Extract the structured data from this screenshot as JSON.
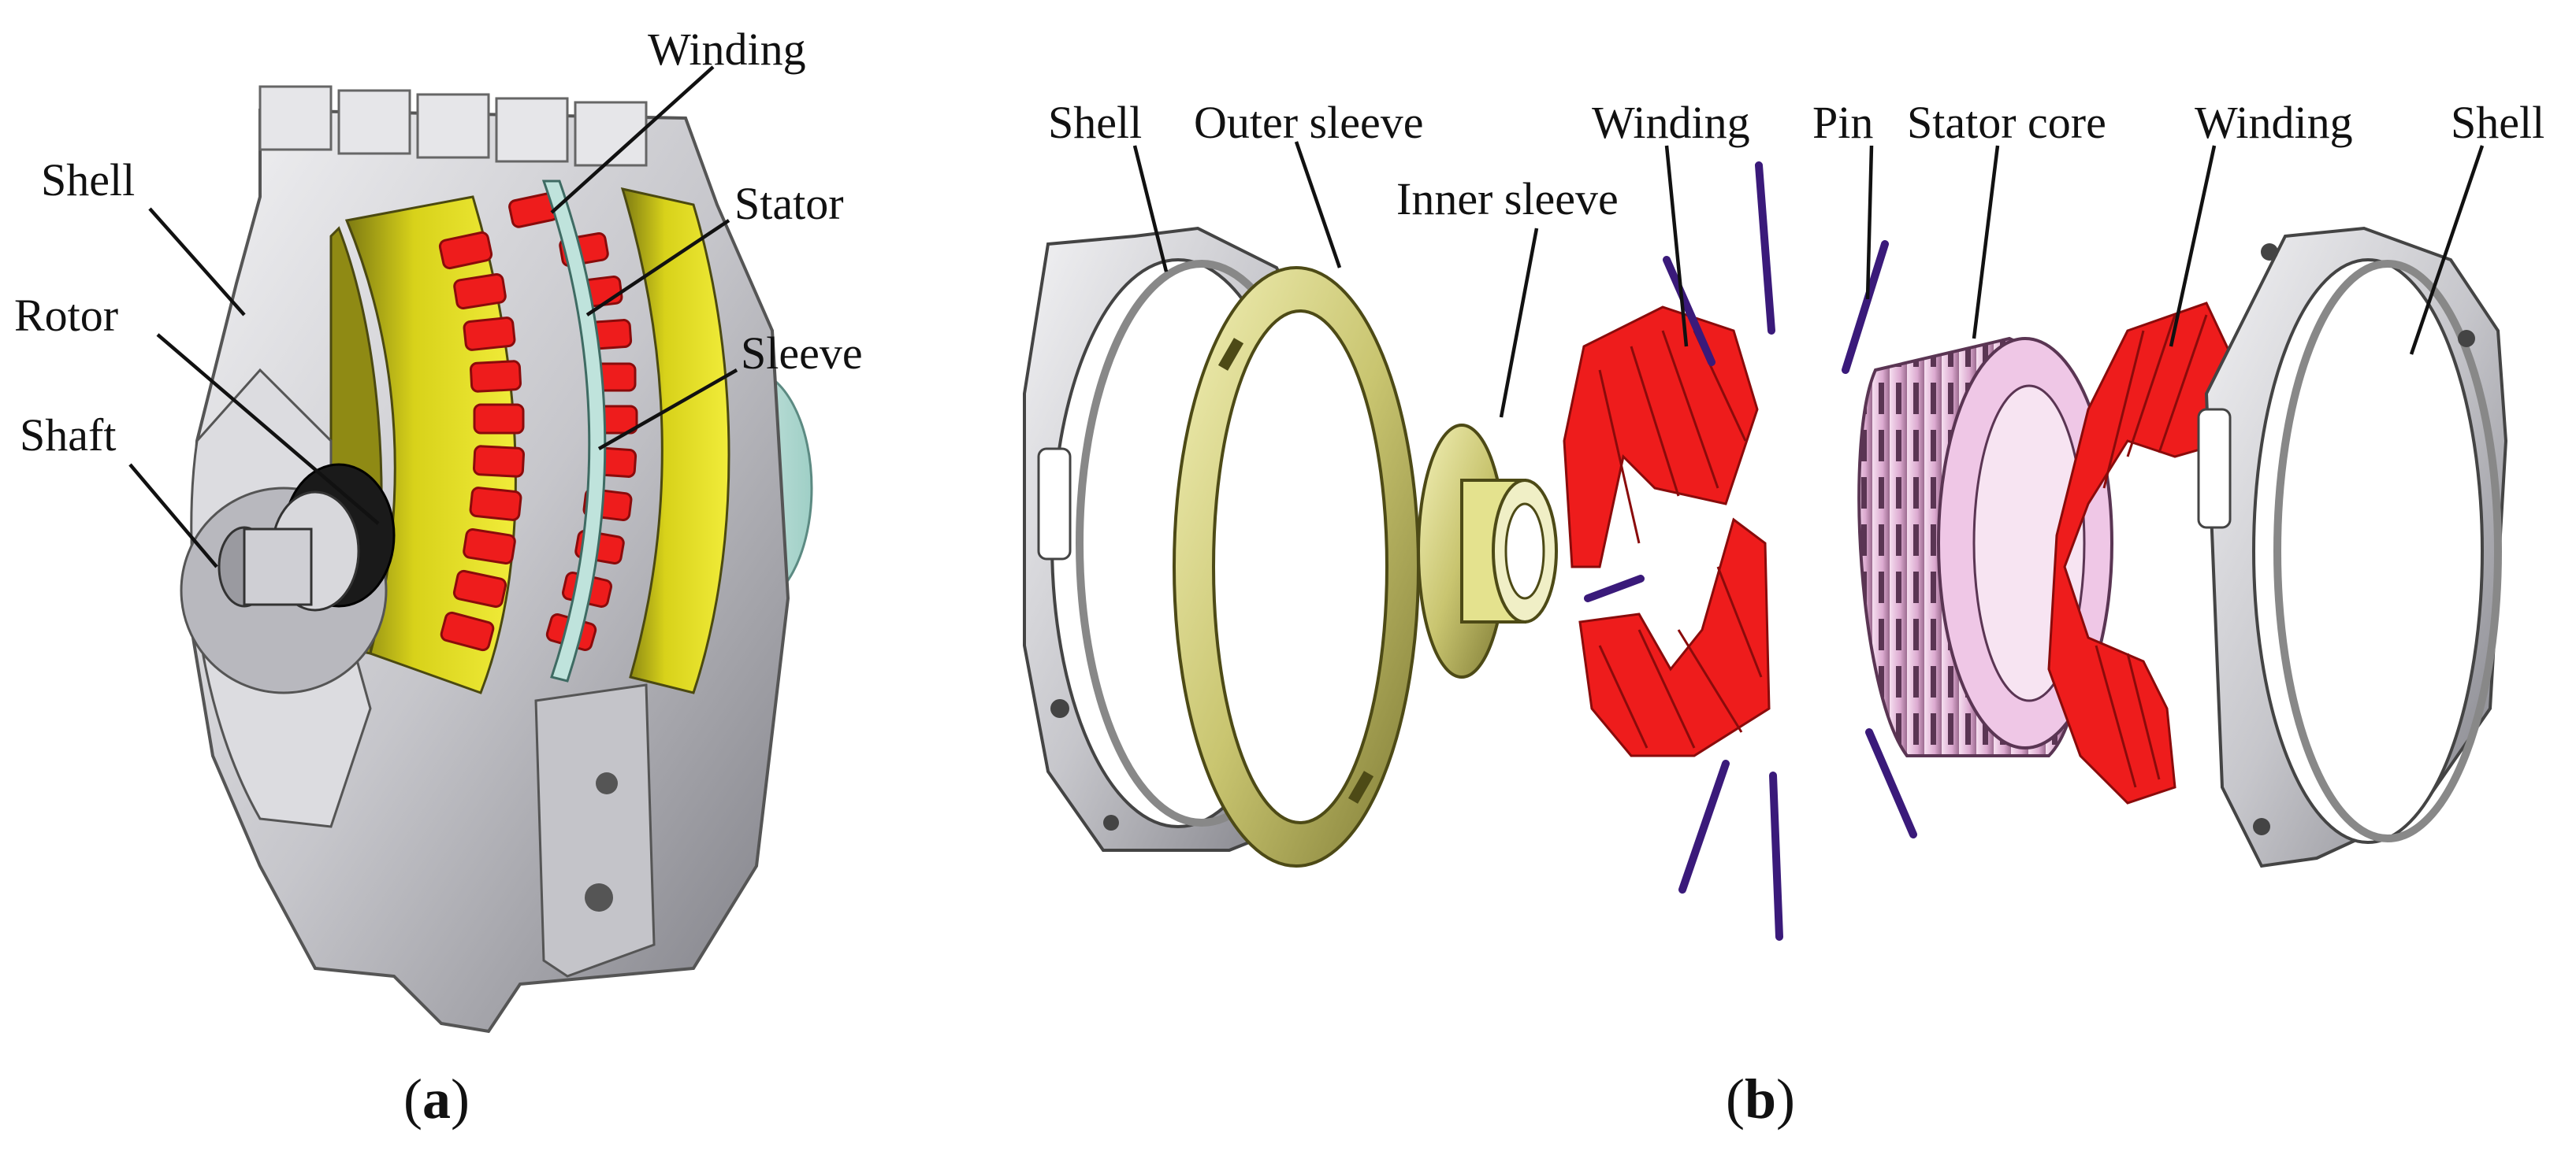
{
  "panel_a": {
    "caption_letter": "a",
    "labels": {
      "winding": "Winding",
      "shell": "Shell",
      "stator": "Stator",
      "rotor": "Rotor",
      "sleeve": "Sleeve",
      "shaft": "Shaft"
    }
  },
  "panel_b": {
    "caption_letter": "b",
    "labels": {
      "shell_left": "Shell",
      "outer_sleeve": "Outer sleeve",
      "inner_sleeve": "Inner sleeve",
      "winding_left": "Winding",
      "pin": "Pin",
      "stator_core": "Stator core",
      "winding_right": "Winding",
      "shell_right": "Shell"
    }
  },
  "colors": {
    "shell": "#c9c9cd",
    "shell_dark": "#8e8e94",
    "yellow_disc": "#e3de1a",
    "olive_disc": "#8a8520",
    "winding": "#ee1c1c",
    "winding_dark": "#b30f0f",
    "stator_core": "#e9b9dc",
    "sleeve": "#c8c66a",
    "pin": "#3a1a7a",
    "teal": "#bfe3dc"
  }
}
